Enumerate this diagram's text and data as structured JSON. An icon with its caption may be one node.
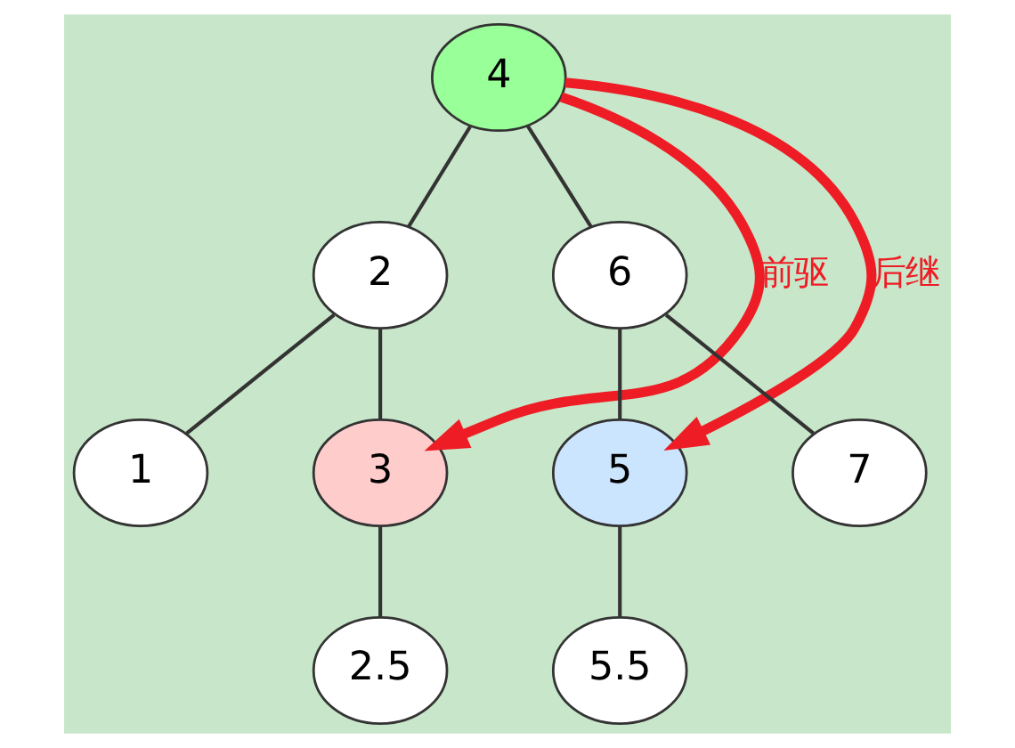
{
  "diagram": {
    "nodes": [
      {
        "text": [
          "4"
        ]
      },
      {
        "text": [
          "2"
        ]
      },
      {
        "text": [
          "6"
        ]
      },
      {
        "text": [
          "1"
        ]
      },
      {
        "text": [
          "3"
        ]
      },
      {
        "text": [
          "5"
        ]
      },
      {
        "text": [
          "7"
        ]
      },
      {
        "text": [
          "2.5"
        ]
      },
      {
        "text": [
          "5.5"
        ]
      }
    ],
    "edges": [
      {
        "from": 0,
        "to": 1,
        "arrow": "none"
      },
      {
        "from": 0,
        "to": 2,
        "arrow": "none"
      },
      {
        "from": 1,
        "to": 3,
        "arrow": "none"
      },
      {
        "from": 1,
        "to": 4,
        "arrow": "none"
      },
      {
        "from": 2,
        "to": 5,
        "arrow": "none"
      },
      {
        "from": 2,
        "to": 6,
        "arrow": "none"
      },
      {
        "from": 4,
        "to": 7,
        "arrow": "none"
      },
      {
        "from": 5,
        "to": 8,
        "arrow": "none"
      },
      {
        "from": 0,
        "to": 4,
        "arrow": "to",
        "label": "前驱",
        "style": "thick",
        "color": "#ee1c25"
      },
      {
        "from": 0,
        "to": 5,
        "arrow": "to",
        "label": "后继",
        "style": "thick",
        "color": "#ee1c25"
      }
    ]
  }
}
